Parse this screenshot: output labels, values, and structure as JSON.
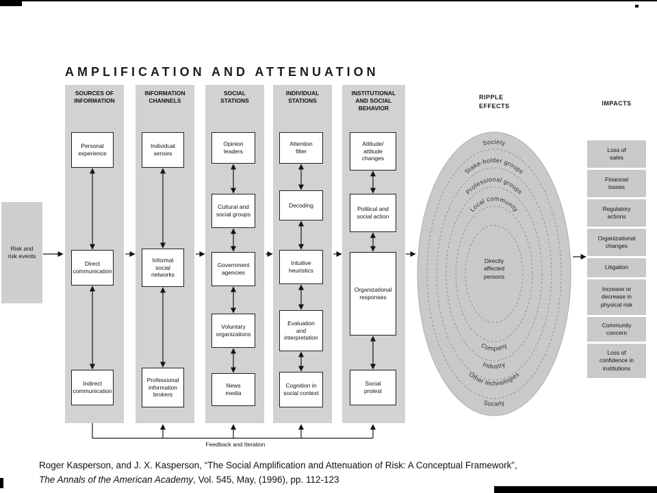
{
  "slide": {
    "title": "AMPLIFICATION AND ATTENUATION"
  },
  "risk_box": {
    "label": "Risk and\nrisk events"
  },
  "columns": [
    {
      "header": "SOURCES OF\nINFORMATION",
      "boxes": [
        "Personal\nexperience",
        "Direct\ncommunication",
        "Indirect\ncommunication"
      ]
    },
    {
      "header": "INFORMATION\nCHANNELS",
      "boxes": [
        "Individual\nsenses",
        "Informal\nsocial networks",
        "Professional\ninformation\nbrokers"
      ]
    },
    {
      "header": "SOCIAL\nSTATIONS",
      "boxes": [
        "Opinion\nleaders",
        "Cultural and\nsocial groups",
        "Government\nagencies",
        "Voluntary\norganizations",
        "News\nmedia"
      ]
    },
    {
      "header": "INDIVIDUAL\nSTATIONS",
      "boxes": [
        "Attention\nfilter",
        "Decoding",
        "Intuitive\nheuristics",
        "Evaluation\nand\ninterpretation",
        "Cognition in\nsocial context"
      ]
    },
    {
      "header": "INSTITUTIONAL\nAND SOCIAL\nBEHAVIOR",
      "boxes": [
        "Attitude/\nattitude\nchanges",
        "Political and\nsocial action",
        "Organizational\nresponses",
        "Social\nprotest"
      ]
    }
  ],
  "ripple": {
    "header": "RIPPLE\nEFFECTS",
    "top_labels": [
      "Society",
      "Stake-holder groups",
      "Professional groups",
      "Local community"
    ],
    "center_label": "Directly\naffected\npersons",
    "bottom_labels": [
      "Company",
      "Industry",
      "Other technologies",
      "Society"
    ]
  },
  "impacts": {
    "header": "IMPACTS",
    "items": [
      "Loss of\nsales",
      "Financial\nlosses",
      "Regulatory\nactions",
      "Organizational\nchanges",
      "Litigation",
      "Increase or\ndecrease in\nphysical risk",
      "Community\nconcern",
      "Loss of\nconfidence in\ninstitutions"
    ]
  },
  "feedback": {
    "label": "Feedback and Iteration"
  },
  "citation": {
    "line1": "Roger Kasperson, and J. X. Kasperson, “The Social Amplification and Attenuation of Risk: A Conceptual Framework”,",
    "line2_italic": "The Annals of the American Academy",
    "line2_rest": ", Vol. 545, May, (1996), pp. 112-123"
  },
  "colors": {
    "panel": "#d2d2d2",
    "impact_box": "#c9c9c9",
    "ripple_fill": "#c9c9c9",
    "ink": "#141414"
  }
}
